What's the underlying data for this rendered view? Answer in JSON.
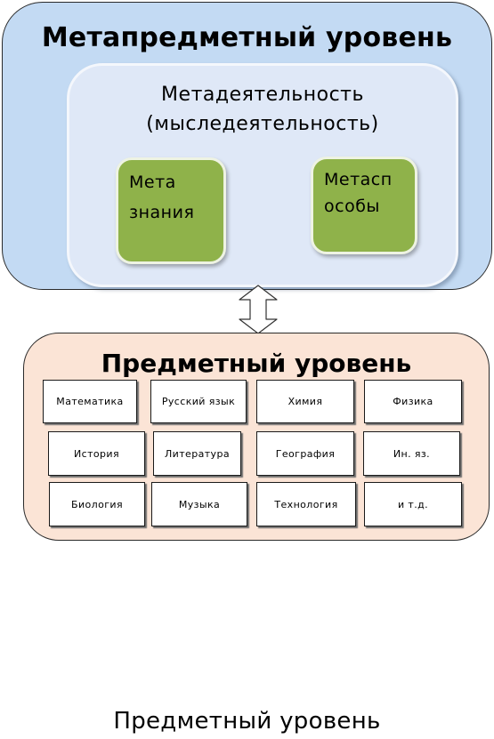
{
  "meta_level": {
    "title": "Метапредметный уровень",
    "activity": {
      "line1": "Метадеятельность",
      "line2": "(мыследеятельность)"
    },
    "meta_knowledge": {
      "line1": "Мета",
      "line2": "знания"
    },
    "meta_methods": {
      "line1": "Метасп",
      "line2": "особы"
    }
  },
  "subject_level": {
    "title": "Предметный уровень",
    "subjects": [
      [
        "Математика",
        "Русский язык",
        "Химия",
        "Физика"
      ],
      [
        "История",
        "Литература",
        "География",
        "Ин. яз."
      ],
      [
        "Биология",
        "Музыка",
        "Технология",
        "и т.д."
      ]
    ]
  },
  "footer": {
    "text": "Предметный уровень"
  },
  "colors": {
    "meta_outer_fill": "#c3daf3",
    "meta_inner_fill": "#dfe8f7",
    "green_fill": "#8fb24a",
    "subject_outer_fill": "#fbe4d6"
  }
}
